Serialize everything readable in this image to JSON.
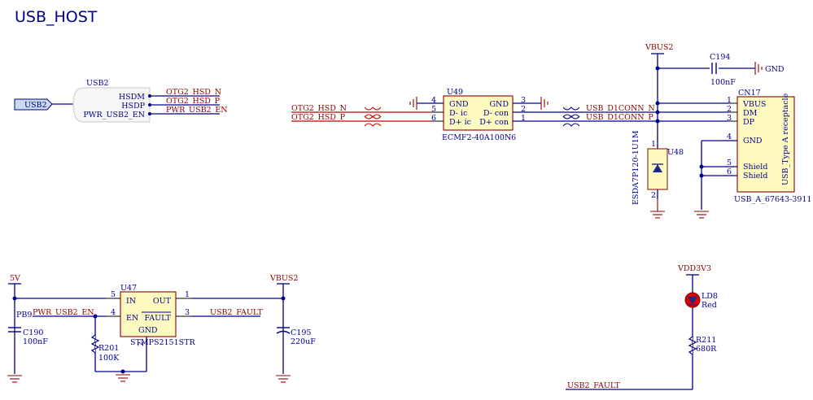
{
  "title": "USB_HOST",
  "sheet_port": {
    "port_label": "USB2",
    "block_label": "USB2",
    "pins": [
      "HSDM",
      "HSDP",
      "PWR_USB2_EN"
    ],
    "nets": [
      "OTG2_HSD_N",
      "OTG2_HSD_P",
      "PWR_USB2_EN"
    ]
  },
  "u49": {
    "ref": "U49",
    "part": "ECMF2-40A100N6",
    "left_pins": [
      {
        "num": "4",
        "name": "GND"
      },
      {
        "num": "5",
        "name": "D- ic"
      },
      {
        "num": "6",
        "name": "D+ ic"
      }
    ],
    "right_pins": [
      {
        "num": "3",
        "name": "GND"
      },
      {
        "num": "2",
        "name": "D- con"
      },
      {
        "num": "1",
        "name": "D+ con"
      }
    ],
    "in_nets": [
      "OTG2_HSD_N",
      "OTG2_HSD_P"
    ],
    "out_nets": [
      "USB_D1CONN_N",
      "USB_D1CONN_P"
    ]
  },
  "cn17": {
    "ref": "CN17",
    "part": "USB_A_67643-3911",
    "side_label": "USB_Type A receptacle",
    "pins": [
      {
        "num": "1",
        "name": "VBUS"
      },
      {
        "num": "2",
        "name": "DM"
      },
      {
        "num": "3",
        "name": "DP"
      },
      {
        "num": "4",
        "name": "GND"
      },
      {
        "num": "5",
        "name": "Shield"
      },
      {
        "num": "6",
        "name": "Shield"
      }
    ]
  },
  "c194": {
    "ref": "C194",
    "value": "100nF"
  },
  "vbus_top": "VBUS2",
  "gnd_label": "GND",
  "u48": {
    "ref": "U48",
    "part": "ESDA7P120-1U1M",
    "pin_top": "1",
    "pin_bottom": "2"
  },
  "u47": {
    "ref": "U47",
    "part": "STMPS2151STR",
    "pins": [
      {
        "num": "5",
        "name": "IN"
      },
      {
        "num": "4",
        "name": "EN"
      },
      {
        "num": "1",
        "name": "OUT"
      },
      {
        "num": "3",
        "name": "FAULT"
      },
      {
        "num": "2",
        "name": "GND"
      }
    ]
  },
  "power": {
    "five_v": "5V",
    "vbus2": "VBUS2",
    "vdd": "VDD3V3"
  },
  "pb9": {
    "pin": "PB9",
    "net": "PWR_USB2_EN"
  },
  "fault_net": "USB2_FAULT",
  "c190": {
    "ref": "C190",
    "value": "100nF"
  },
  "r201": {
    "ref": "R201",
    "value": "100K"
  },
  "c195": {
    "ref": "C195",
    "value": "220uF"
  },
  "ld8": {
    "ref": "LD8",
    "value": "Red"
  },
  "r211": {
    "ref": "R211",
    "value": "680R"
  },
  "colors": {
    "wire": "#00008b",
    "signal": "#c00000",
    "ic_fill": "#fffbc0",
    "label": "#8b0000"
  }
}
